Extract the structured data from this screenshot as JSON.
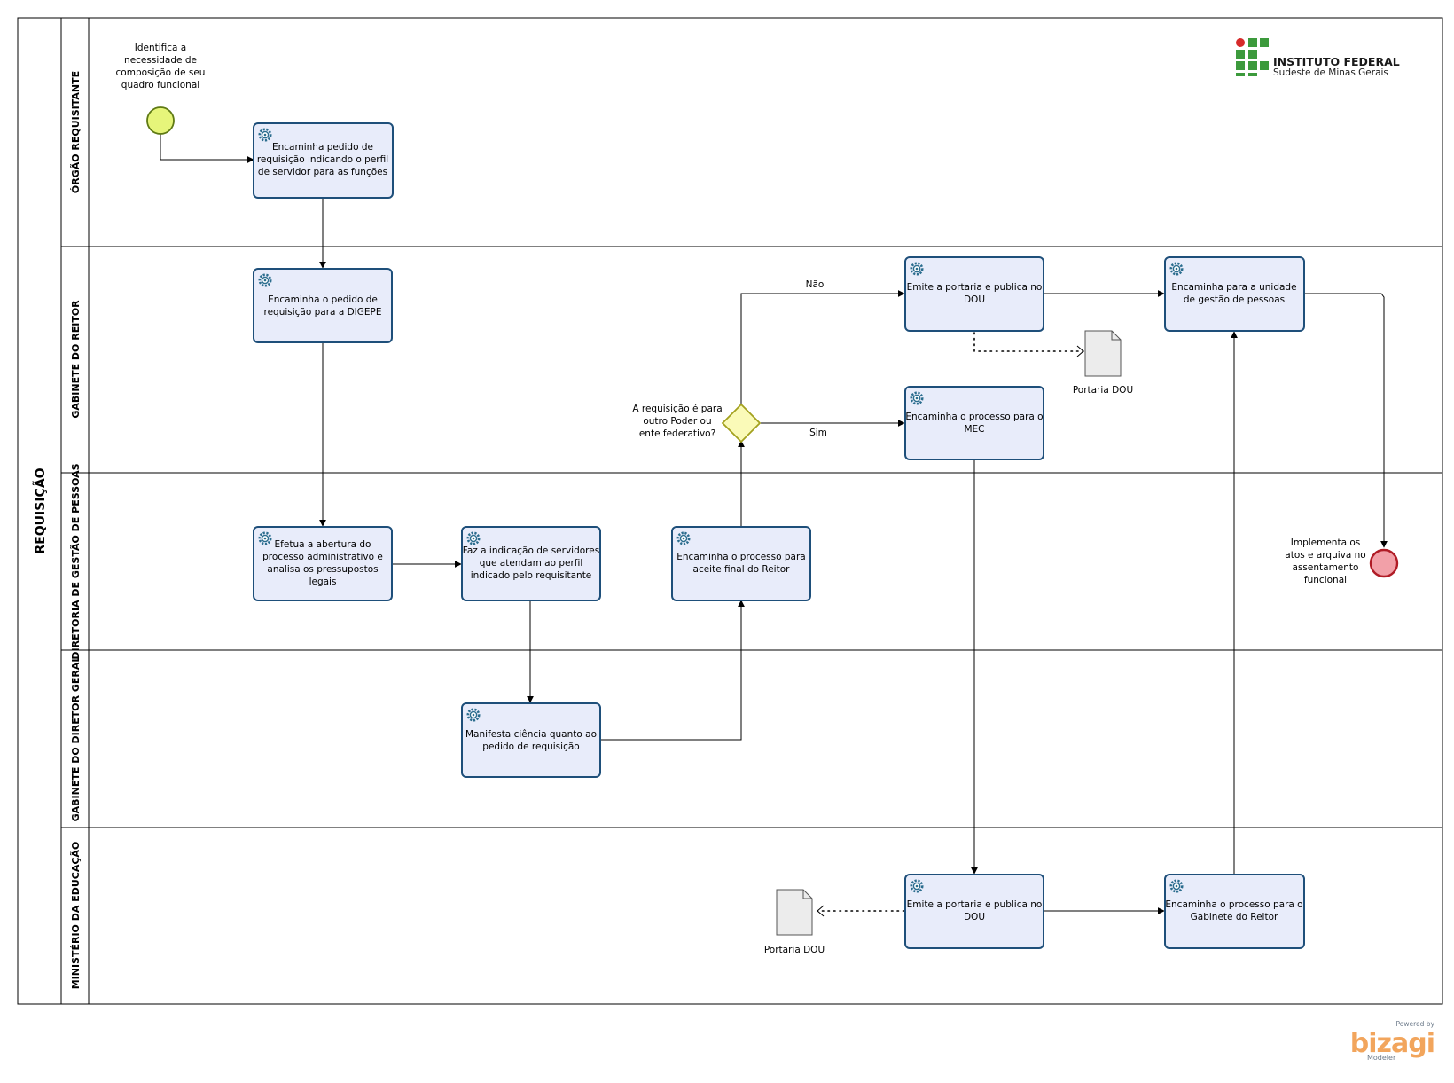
{
  "pool": {
    "label": "REQUISIÇÃO"
  },
  "lanes": [
    {
      "id": "lane-orgao",
      "label": "ÓRGÃO REQUISITANTE"
    },
    {
      "id": "lane-gabinete-reitor",
      "label": "GABINETE DO REITOR"
    },
    {
      "id": "lane-digepe",
      "label": "DIRETORIA DE GESTÃO DE PESSOAS"
    },
    {
      "id": "lane-gabinete-diretor",
      "label": "GABINETE DO DIRETOR GERAL"
    },
    {
      "id": "lane-mec",
      "label": "MINISTÉRIO DA EDUCAÇÃO"
    }
  ],
  "events": {
    "start_label": [
      "Identifica a",
      "necessidade de",
      "composição de seu",
      "quadro funcional"
    ],
    "end_label": [
      "Implementa os",
      "atos e arquiva no",
      "assentamento",
      "funcional"
    ]
  },
  "tasks": [
    {
      "id": "t1",
      "lines": [
        "Encaminha pedido de",
        "requisição indicando o perfil",
        "de servidor para as funções"
      ]
    },
    {
      "id": "t2",
      "lines": [
        "Encaminha o pedido de",
        "requisição para a DIGEPE"
      ]
    },
    {
      "id": "t3",
      "lines": [
        "Efetua a abertura do",
        "processo administrativo e",
        "analisa os pressupostos",
        "legais"
      ]
    },
    {
      "id": "t4",
      "lines": [
        "Faz a indicação de servidores",
        "que atendam ao perfil",
        "indicado pelo requisitante"
      ]
    },
    {
      "id": "t5",
      "lines": [
        "Manifesta ciência quanto ao",
        "pedido de requisição"
      ]
    },
    {
      "id": "t6",
      "lines": [
        "Encaminha o processo para",
        "aceite final do Reitor"
      ]
    },
    {
      "id": "t7",
      "lines": [
        "Emite a portaria e publica no",
        "DOU"
      ]
    },
    {
      "id": "t8",
      "lines": [
        "Encaminha para a unidade",
        "de gestão de pessoas"
      ]
    },
    {
      "id": "t9",
      "lines": [
        "Encaminha o processo para o",
        "MEC"
      ]
    },
    {
      "id": "t10",
      "lines": [
        "Emite a portaria e publica no",
        "DOU"
      ]
    },
    {
      "id": "t11",
      "lines": [
        "Encaminha o processo para o",
        "Gabinete do Reitor"
      ]
    }
  ],
  "gateway": {
    "lines": [
      "A requisição é para",
      "outro Poder ou",
      "ente federativo?"
    ]
  },
  "flow_labels": {
    "no": "Não",
    "yes": "Sim"
  },
  "documents": {
    "doc1": "Portaria DOU",
    "doc2": "Portaria DOU"
  },
  "logo": {
    "title": "INSTITUTO FEDERAL",
    "subtitle": "Sudeste de Minas Gerais"
  },
  "branding": {
    "powered": "Powered by",
    "name": "bizagi",
    "product": "Modeler"
  },
  "colors": {
    "task_fill": "#e8ecfa",
    "task_stroke": "#1e4f7a",
    "start_fill": "#e6f57a",
    "start_stroke": "#5f7a14",
    "end_fill": "#f2a0a8",
    "end_stroke": "#b01c26",
    "gateway_fill": "#fafab8",
    "gateway_stroke": "#a3a11e",
    "logo_green": "#3c9a3c",
    "logo_red": "#d62a2a",
    "brand_orange": "#f2a55c"
  }
}
